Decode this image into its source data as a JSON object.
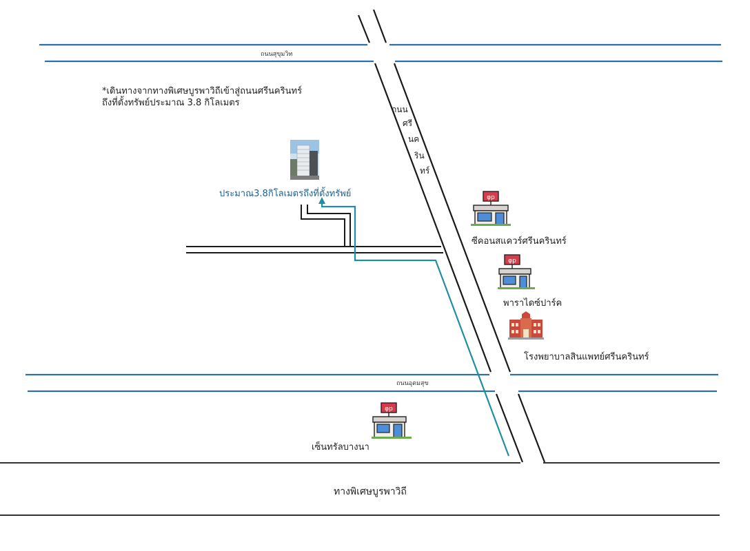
{
  "note": {
    "line1": "*เดินทางจากทางพิเศษบูรพาวิถีเข้าสู่ถนนศรีนครินทร์",
    "line2": "ถึงที่ตั้งทรัพย์ประมาณ 3.8 กิโลเมตร"
  },
  "roads": {
    "sukhumvit": "ถนนสุขุมวิท",
    "udomsuk": "ถนนอุดมสุข",
    "burapha_withi": "ทางพิเศษบูรพาวิถี",
    "srinagarindra_chars": [
      "ถนน",
      "ศรี",
      "นค",
      "ริน",
      "ทร์"
    ]
  },
  "destination": {
    "label": "ประมาณ3.8กิโลเมตรถึงที่ตั้งทรัพย์",
    "icon": "building-photo-icon"
  },
  "pois": [
    {
      "label": "ซีคอนสแควร์ศรีนครินทร์",
      "icon": "shopping-mall-icon"
    },
    {
      "label": "พาราไดซ์ปาร์ค",
      "icon": "shopping-mall-icon"
    },
    {
      "label": "โรงพยาบาลสินแพทย์ศรีนครินทร์",
      "icon": "hospital-icon"
    },
    {
      "label": "เซ็นทรัลบางนา",
      "icon": "shopping-mall-icon"
    }
  ],
  "colors": {
    "road_blue": "#2e6ea6",
    "route_teal": "#1f8ea3",
    "road_black": "#1a1a1a"
  }
}
